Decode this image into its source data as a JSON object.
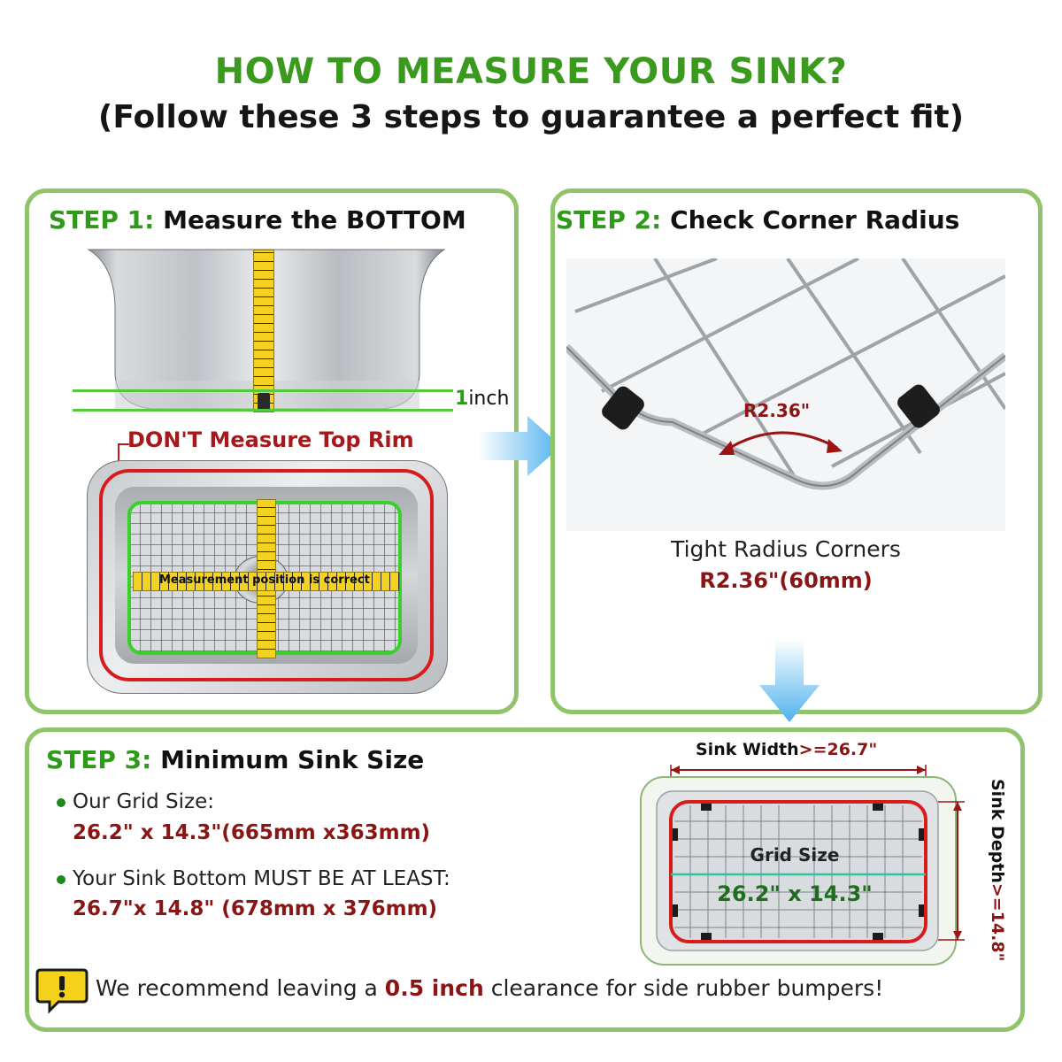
{
  "header": {
    "title": "HOW TO MEASURE YOUR SINK?",
    "subtitle": "(Follow these 3 steps to guarantee a perfect fit)"
  },
  "step1": {
    "label": "STEP 1:",
    "title": "Measure the BOTTOM",
    "inch_number": "1",
    "inch_unit": "inch",
    "warning": "DON'T Measure Top Rim",
    "tape_note": "Measurement position is correct"
  },
  "step2": {
    "label": "STEP 2:",
    "title": "Check Corner Radius",
    "radius_label": "R2.36\"",
    "caption": "Tight Radius Corners",
    "caption_value": "R2.36\"(60mm)"
  },
  "step3": {
    "label": "STEP 3:",
    "title": "Minimum Sink Size",
    "grid_size_label": "Our Grid Size:",
    "grid_size_value": "26.2\" x 14.3\"(665mm x363mm)",
    "sink_bottom_label": "Your Sink Bottom MUST BE AT LEAST:",
    "sink_bottom_value": "26.7\"x 14.8\" (678mm x 376mm)",
    "diagram": {
      "width_label": "Sink Width",
      "width_value": ">=26.7\"",
      "depth_label": "Sink Depth",
      "depth_value": ">=14.8\"",
      "grid_label": "Grid Size",
      "grid_value": "26.2\" x 14.3\""
    }
  },
  "note": {
    "prefix": "We recommend leaving a ",
    "highlight": "0.5 inch",
    "suffix": " clearance for side rubber bumpers!",
    "icon": "exclamation-chat-icon"
  },
  "colors": {
    "accent_green": "#3a9a1e",
    "panel_border": "#8fc46a",
    "dark_red": "#a6191b",
    "arrow_blue": "#59b8f0"
  }
}
